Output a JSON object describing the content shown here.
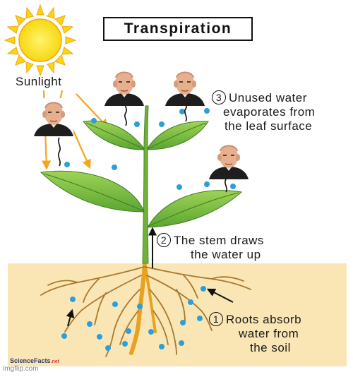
{
  "title": "Transpiration",
  "sun_label": "Sunlight",
  "step1": {
    "num": "1",
    "lines": [
      "Roots absorb",
      "water from",
      "the soil"
    ]
  },
  "step2": {
    "num": "2",
    "lines": [
      "The stem draws",
      "the water up"
    ]
  },
  "step3": {
    "num": "3",
    "lines": [
      "Unused water",
      "evaporates from",
      "the leaf surface"
    ]
  },
  "brand": {
    "name": "ScienceFacts",
    "suffix": ".net"
  },
  "watermark": "imgflip.com",
  "colors": {
    "soil": "#fae6b5",
    "leaf": "#8cc63f",
    "root": "#a8782d",
    "water": "#2a9fd8",
    "sun": "#f7e11a",
    "sun_ray": "#f6a51c"
  }
}
